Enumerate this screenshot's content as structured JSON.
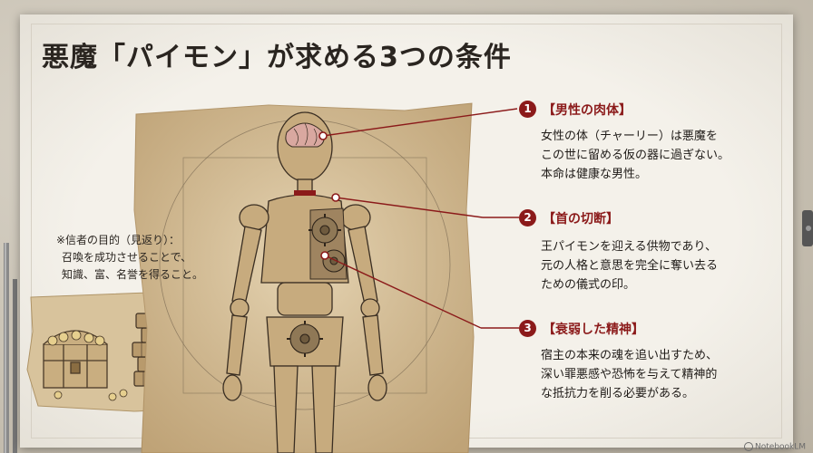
{
  "title": "悪魔「パイモン」が求める3つの条件",
  "side_note": {
    "lines": [
      "※信者の目的（見返り）：",
      "召喚を成功させることで、",
      "知識、富、名誉を得ること。"
    ]
  },
  "conditions": [
    {
      "number": "1",
      "title": "【男性の肉体】",
      "lines": [
        "女性の体（チャーリー）は悪魔を",
        "この世に留める仮の器に過ぎない。",
        "本命は健康な男性。"
      ]
    },
    {
      "number": "2",
      "title": "【首の切断】",
      "lines": [
        "王パイモンを迎える供物であり、",
        "元の人格と意思を完全に奪い去る",
        "ための儀式の印。"
      ]
    },
    {
      "number": "3",
      "title": "【衰弱した精神】",
      "lines": [
        "宿主の本来の魂を追い出すため、",
        "深い罪悪感や恐怖を与えて精神的",
        "な抵抗力を削る必要がある。"
      ]
    }
  ],
  "watermark": "NotebookLM",
  "colors": {
    "accent": "#8b1a1a",
    "parchment": "#d9c6a0",
    "text": "#1f1b18"
  },
  "illustrations": [
    "mannequin-with-exposed-gears",
    "treasure-chest-and-books"
  ]
}
